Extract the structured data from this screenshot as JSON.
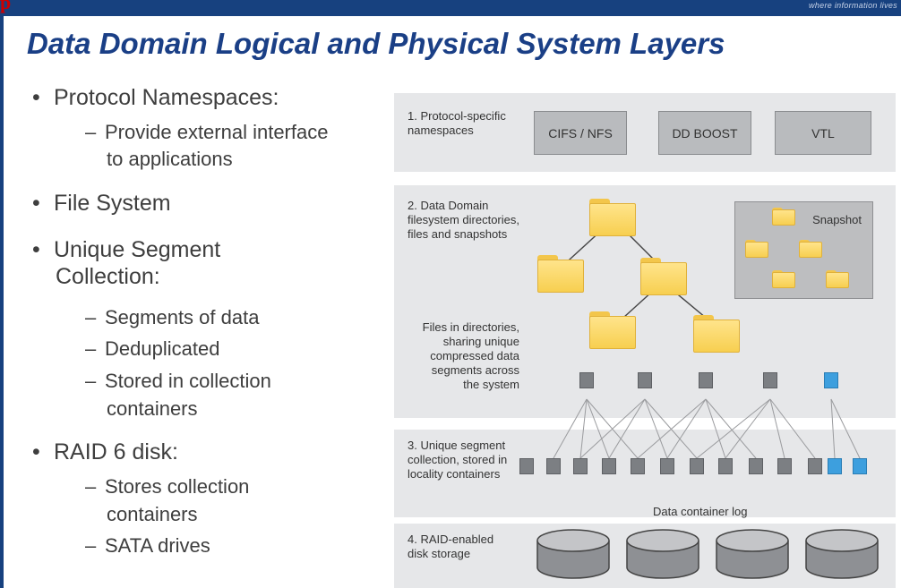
{
  "slide": {
    "title": "Data Domain Logical and Physical System Layers",
    "logo_mark": "p",
    "tagline": "where information lives",
    "colors": {
      "brand_blue": "#17417f",
      "title_blue": "#1a3f86",
      "segment_gray": "#7c7f83",
      "segment_blue": "#3d9fde",
      "folder_yellow": "#ffd966"
    }
  },
  "bullets": {
    "protocol": {
      "title": "Protocol Namespaces:",
      "sub1_l1": "Provide external interface",
      "sub1_l2": "to applications"
    },
    "filesystem": {
      "title": "File System"
    },
    "unique": {
      "title_l1": "Unique Segment",
      "title_l2": "Collection:",
      "sub1": "Segments of data",
      "sub2": "Deduplicated",
      "sub3_l1": "Stored in collection",
      "sub3_l2": "containers"
    },
    "raid": {
      "title": "RAID 6 disk:",
      "sub1_l1": "Stores collection",
      "sub1_l2": "containers",
      "sub2": "SATA drives"
    },
    "bullet_glyph": "•",
    "dash_glyph": "–"
  },
  "diagram": {
    "layer1": {
      "label_l1": "1. Protocol-specific",
      "label_l2": "namespaces",
      "boxes": [
        "CIFS / NFS",
        "DD BOOST",
        "VTL"
      ]
    },
    "layer2": {
      "label_l1": "2. Data Domain",
      "label_l2": "filesystem directories,",
      "label_l3": "files and snapshots",
      "snapshot": "Snapshot",
      "files_l1": "Files in directories,",
      "files_l2": "sharing unique",
      "files_l3": "compressed data",
      "files_l4": "segments across",
      "files_l5": "the system"
    },
    "layer3": {
      "label_l1": "3. Unique segment",
      "label_l2": "collection, stored in",
      "label_l3": "locality containers",
      "log": "Data container log"
    },
    "layer4": {
      "label_l1": "4. RAID-enabled",
      "label_l2": "disk storage"
    }
  }
}
